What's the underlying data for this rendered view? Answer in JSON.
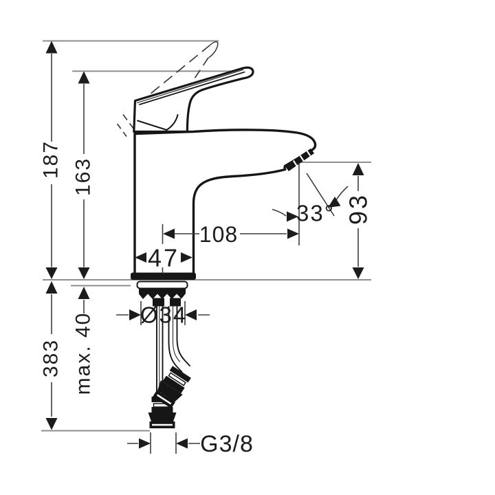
{
  "meta": {
    "description": "Single-lever basin mixer faucet technical dimension drawing"
  },
  "colors": {
    "outline": "#161616",
    "dim": "#3d3d3d",
    "ref": "#8e8e8e",
    "label": "#1c1c1c",
    "background": "#ffffff"
  },
  "dims": {
    "overall_height": "187",
    "lever_height": "163",
    "spout_reach": "108",
    "body_width": "47",
    "outlet_height": "93",
    "outlet_angle": "33°",
    "shank_diameter": "Ø34",
    "max_mounting": "max. 40",
    "hose_length": "383",
    "thread": "G3/8"
  }
}
